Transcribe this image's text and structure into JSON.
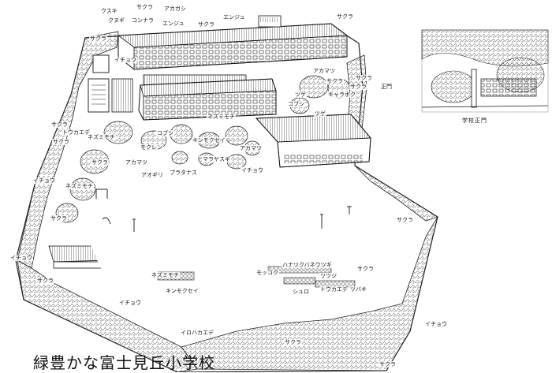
{
  "title": "緑豊かな富士見丘小学校",
  "inset_caption": "学校正門",
  "labels": {
    "kusuki": "クスキ",
    "sakura_1": "サクラ",
    "akagashi": "アカガシ",
    "kunugi": "クヌギ",
    "konara": "コンナラ",
    "enju_1": "エンジュ",
    "enju_2": "エンジュ",
    "sakura_2": "サクラ",
    "sakura_3": "サクラ",
    "sakura_4": "サクラ",
    "icho_1": "イチョウ",
    "akamatsu_1": "アカマツ",
    "sakura_5": "サクラ",
    "sakura_6": "サクラ",
    "shomon": "正門",
    "tsuge_1": "ツゲ",
    "kyaraboku": "キャラボク",
    "sakura_7": "サクラ",
    "kobushi_1": "コブシ",
    "tsuge_2": "ツゲ",
    "sakura_8": "サクラ",
    "nezumimochi_1": "ネズミモチ",
    "tokaede_1": "トウカエデ",
    "sakura_9": "サクラ",
    "nezumimochi_2": "ネズミモチ",
    "kobushi_2": "コブシ",
    "kinmokusei_1": "キンモクセイ",
    "mokuren": "モクレン",
    "akamatsu_2": "アカマツ",
    "sakura_10": "サクラ",
    "akamatsu_3": "アカマツ",
    "himarayasugi": "ヒマラヤスギ",
    "aogiri": "アオギリ",
    "puratanasu": "プラタナス",
    "icho_2": "イチョウ",
    "icho_3": "イチョウ",
    "nezumimochi_3": "ネズミモチ",
    "sakura_11": "サクラ",
    "sakura_12": "サクラ",
    "icho_4": "イチョウ",
    "sakura_13": "サクラ",
    "hanatsukubaneutsugi": "ハナツクバネウツギ",
    "mokkoku": "モッコク",
    "tsutsuji": "ツツジ",
    "sakura_14": "サクラ",
    "nezumimochi_4": "ネズミモチ",
    "kinmokusei_2": "キンモクセイ",
    "shuro": "シュロ",
    "tokaede_2": "トウカエデ",
    "tsubaki": "ツバキ",
    "icho_5": "イチョウ",
    "irohakaede": "イロハカエデ",
    "icho_6": "イチョウ",
    "sakura_15": "サクラ",
    "sakura_16": "サクラ"
  }
}
